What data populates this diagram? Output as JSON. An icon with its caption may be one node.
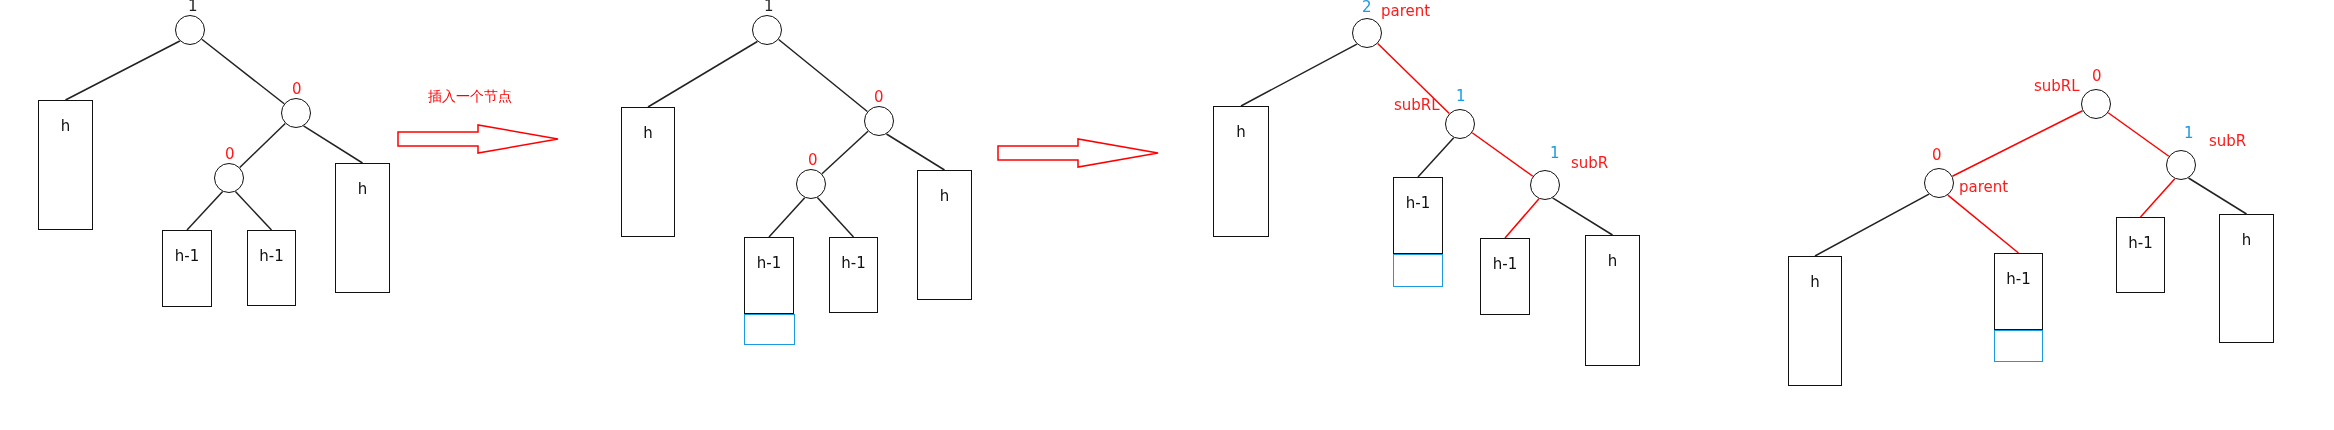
{
  "diagram": {
    "nodes": [
      {
        "text": [],
        "shape": "tree"
      },
      {
        "text": [],
        "shape": "circle",
        "beside": [
          "1"
        ],
        "in": 0
      },
      {
        "text": [
          "h"
        ],
        "in": 0
      },
      {
        "text": [],
        "shape": "circle",
        "beside": [
          "0"
        ],
        "in": 0
      },
      {
        "text": [],
        "shape": "circle",
        "beside": [
          "0"
        ],
        "in": 0
      },
      {
        "text": [
          "h-1"
        ],
        "in": 0
      },
      {
        "text": [
          "h-1"
        ],
        "in": 0
      },
      {
        "text": [
          "h"
        ],
        "in": 0
      },
      {
        "text": [],
        "shape": "tree"
      },
      {
        "text": [],
        "shape": "circle",
        "beside": [
          "1"
        ],
        "in": 8
      },
      {
        "text": [
          "h"
        ],
        "in": 8
      },
      {
        "text": [],
        "shape": "circle",
        "beside": [
          "0"
        ],
        "in": 8
      },
      {
        "text": [],
        "shape": "circle",
        "beside": [
          "0"
        ],
        "in": 8
      },
      {
        "text": [
          "h-1"
        ],
        "in": 8
      },
      {
        "text": [],
        "shape": "box",
        "in": 8
      },
      {
        "text": [
          "h-1"
        ],
        "in": 8
      },
      {
        "text": [
          "h"
        ],
        "in": 8
      },
      {
        "text": [],
        "shape": "tree"
      },
      {
        "text": [],
        "shape": "circle",
        "beside": [
          "2",
          "parent"
        ],
        "in": 17
      },
      {
        "text": [
          "h"
        ],
        "in": 17
      },
      {
        "text": [],
        "shape": "circle",
        "beside": [
          "subRL",
          "1"
        ],
        "in": 17
      },
      {
        "text": [
          "h-1"
        ],
        "in": 17
      },
      {
        "text": [],
        "shape": "box",
        "in": 17
      },
      {
        "text": [],
        "shape": "circle",
        "beside": [
          "1",
          "subR"
        ],
        "in": 17
      },
      {
        "text": [
          "h-1"
        ],
        "in": 17
      },
      {
        "text": [
          "h"
        ],
        "in": 17
      },
      {
        "text": [],
        "shape": "tree"
      },
      {
        "text": [],
        "shape": "circle",
        "beside": [
          "subRL",
          "0"
        ],
        "in": 26
      },
      {
        "text": [],
        "shape": "circle",
        "beside": [
          "0",
          "parent"
        ],
        "in": 26
      },
      {
        "text": [
          "h"
        ],
        "in": 26
      },
      {
        "text": [
          "h-1"
        ],
        "in": 26
      },
      {
        "text": [],
        "shape": "box",
        "in": 26
      },
      {
        "text": [],
        "shape": "circle",
        "beside": [
          "1",
          "subR"
        ],
        "in": 26
      },
      {
        "text": [
          "h-1"
        ],
        "in": 26
      },
      {
        "text": [
          "h"
        ],
        "in": 26
      }
    ],
    "edges": [
      {
        "from": 1,
        "to": 2,
        "arrow": "none"
      },
      {
        "from": 1,
        "to": 3,
        "arrow": "none"
      },
      {
        "from": 3,
        "to": 4,
        "arrow": "none"
      },
      {
        "from": 3,
        "to": 7,
        "arrow": "none"
      },
      {
        "from": 4,
        "to": 5,
        "arrow": "none"
      },
      {
        "from": 4,
        "to": 6,
        "arrow": "none"
      },
      {
        "from": 9,
        "to": 10,
        "arrow": "none"
      },
      {
        "from": 9,
        "to": 11,
        "arrow": "none"
      },
      {
        "from": 11,
        "to": 12,
        "arrow": "none"
      },
      {
        "from": 11,
        "to": 16,
        "arrow": "none"
      },
      {
        "from": 12,
        "to": 13,
        "arrow": "none"
      },
      {
        "from": 12,
        "to": 15,
        "arrow": "none"
      },
      {
        "from": 18,
        "to": 19,
        "arrow": "none"
      },
      {
        "from": 18,
        "to": 20,
        "arrow": "none",
        "color": "#ff0000"
      },
      {
        "from": 20,
        "to": 21,
        "arrow": "none"
      },
      {
        "from": 20,
        "to": 23,
        "arrow": "none",
        "color": "#ff0000"
      },
      {
        "from": 23,
        "to": 24,
        "arrow": "none",
        "color": "#ff0000"
      },
      {
        "from": 23,
        "to": 25,
        "arrow": "none"
      },
      {
        "from": 27,
        "to": 28,
        "arrow": "none",
        "color": "#ff0000"
      },
      {
        "from": 27,
        "to": 32,
        "arrow": "none",
        "color": "#ff0000"
      },
      {
        "from": 28,
        "to": 29,
        "arrow": "none"
      },
      {
        "from": 28,
        "to": 30,
        "arrow": "none",
        "color": "#ff0000"
      },
      {
        "from": 32,
        "to": 33,
        "arrow": "none",
        "color": "#ff0000"
      },
      {
        "from": 32,
        "to": 34,
        "arrow": "none"
      },
      {
        "from": 0,
        "to": 8,
        "arrow": "to",
        "label": "插入一个节点",
        "color": "#ff0000"
      },
      {
        "from": 8,
        "to": 17,
        "arrow": "to",
        "color": "#ff0000"
      }
    ]
  }
}
